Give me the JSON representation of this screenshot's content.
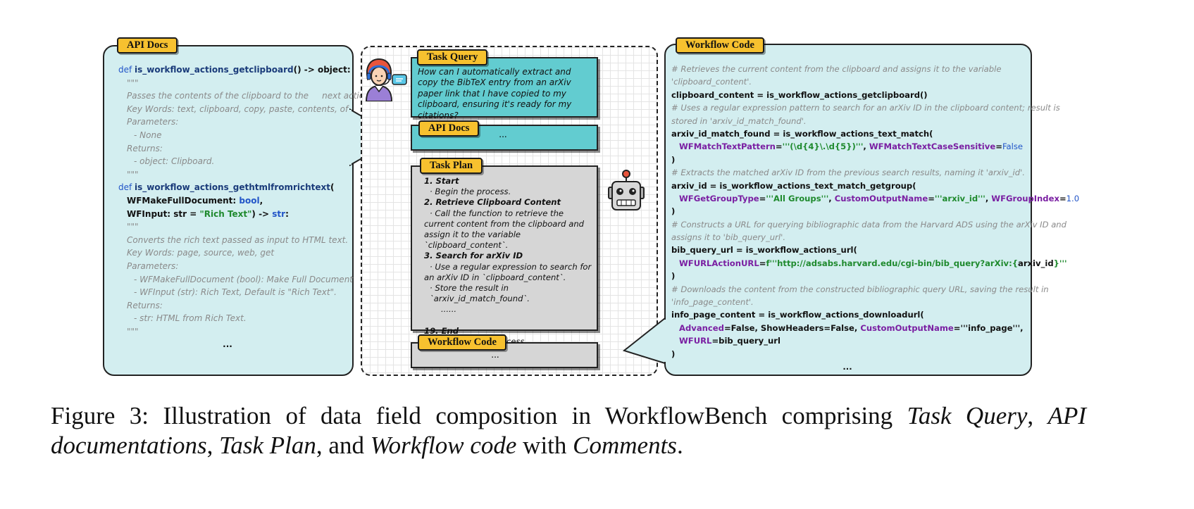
{
  "labels": {
    "api_docs": "API Docs",
    "task_query": "Task Query",
    "api_docs_mid": "API Docs",
    "task_plan": "Task Plan",
    "workflow_code_mid": "Workflow Code",
    "workflow_code": "Workflow Code"
  },
  "api_docs": {
    "fn1_def": "def ",
    "fn1_name": "is_workflow_actions_getclipboard",
    "fn1_sig": "() -> object:",
    "fn1_quote_open": "\"\"\"",
    "fn1_desc": "Passes the contents of the clipboard to the     next action.",
    "fn1_keywords": "Key Words: text, clipboard, copy, paste, contents, of",
    "fn1_params_label": "Parameters:",
    "fn1_params_none": "- None",
    "fn1_returns_label": "Returns:",
    "fn1_returns_value": "- object: Clipboard.",
    "fn1_quote_close": "\"\"\"",
    "fn2_def": "def ",
    "fn2_name": "is_workflow_actions_gethtmlfromrichtext",
    "fn2_paren": "(",
    "fn2_arg1_name": "WFMakeFullDocument: ",
    "fn2_arg1_type": "bool",
    "fn2_arg1_comma": ",",
    "fn2_arg2_name": "WFInput: str = ",
    "fn2_arg2_default": "\"Rich Text\"",
    "fn2_arg2_arrow": ") -> ",
    "fn2_arg2_ret": "str",
    "fn2_arg2_colon": ":",
    "fn2_quote_open": "\"\"\"",
    "fn2_desc": "Converts the rich text passed as input to HTML text.",
    "fn2_keywords": "Key Words: page, source, web, get",
    "fn2_params_label": "Parameters:",
    "fn2_param1": "- WFMakeFullDocument (bool): Make Full Document",
    "fn2_param2": "- WFInput (str): Rich Text, Default is \"Rich Text\".",
    "fn2_returns_label": "Returns:",
    "fn2_returns_value": "- str: HTML from Rich Text.",
    "fn2_quote_close": "\"\"\"",
    "ellipsis": "..."
  },
  "middle": {
    "task_query_text": "How can I automatically extract and copy the BibTeX entry from an arXiv paper link that I have copied to my clipboard, ensuring it's ready for my citations?",
    "api_docs_text": "...",
    "plan": {
      "s1_title": "1. Start",
      "s1_b1": "· Begin the process.",
      "s2_title": "2. Retrieve Clipboard Content",
      "s2_b1": "· Call the function to retrieve the current content from the clipboard and assign it to the variable `clipboard_content`.",
      "s3_title": "3. Search for arXiv ID",
      "s3_b1": "· Use a regular expression to search for an arXiv ID in `clipboard_content`.",
      "s3_b2": "· Store the result in `arxiv_id_match_found`.",
      "dots": "......",
      "s19_title": "19. End",
      "s19_b1": "· Complete the process."
    },
    "workflow_code_text": "..."
  },
  "workflow_code": {
    "c1": "# Retrieves the current content from the clipboard and assigns it to the variable",
    "c1b": "'clipboard_content'.",
    "l1": "clipboard_content = is_workflow_actions_getclipboard()",
    "c2": "# Uses a regular expression pattern to search for an arXiv ID in the clipboard content; result is",
    "c2b": "stored in 'arxiv_id_match_found'.",
    "l2": "arxiv_id_match_found = is_workflow_actions_text_match(",
    "l2a_k1": "WFMatchTextPattern",
    "l2a_eq1": "=",
    "l2a_v1": "'''(\\d{4}\\.\\d{5})'''",
    "l2a_sep": ", ",
    "l2a_k2": "WFMatchTextCaseSensitive",
    "l2a_eq2": "=",
    "l2a_v2": "False",
    "close1": ")",
    "c3": "# Extracts the matched arXiv ID from the previous search results, naming it 'arxiv_id'.",
    "l3": "arxiv_id = is_workflow_actions_text_match_getgroup(",
    "l3a_k1": "WFGetGroupType",
    "l3a_eq1": "=",
    "l3a_v1": "'''All Groups'''",
    "l3a_sep1": ", ",
    "l3a_k2": "CustomOutputName",
    "l3a_eq2": "=",
    "l3a_v2": "'''arxiv_id'''",
    "l3a_sep2": ", ",
    "l3a_k3": "WFGroupIndex",
    "l3a_eq3": "=",
    "l3a_v3": "1.0",
    "close2": ")",
    "c4": "# Constructs a URL for querying bibliographic data from the Harvard ADS using the arXiv ID and",
    "c4b": "assigns it to 'bib_query_url'.",
    "l4": "bib_query_url = is_workflow_actions_url(",
    "l4a_k1": "WFURLActionURL",
    "l4a_eq1": "=",
    "l4a_v1": "f'''http://adsabs.harvard.edu/cgi-bin/bib_query?arXiv:{",
    "l4a_v1b": "arxiv_id",
    "l4a_v1c": "}'''",
    "close3": ")",
    "c5": "# Downloads the content from the constructed bibliographic query URL, saving the result in",
    "c5b": "'info_page_content'.",
    "l5": "info_page_content = is_workflow_actions_downloadurl(",
    "l5a_k1": "Advanced",
    "l5a_rest": "=False, ShowHeaders=False, ",
    "l5a_k2": "CustomOutputName",
    "l5a_eq2": "=",
    "l5a_v2": "'''info_page'''",
    "l5a_end": ",",
    "l5b_k1": "WFURL",
    "l5b_rest": "=bib_query_url",
    "close4": ")",
    "ellipsis": "..."
  },
  "caption": {
    "prefix": "Figure 3:  Illustration of data field composition in WorkflowBench comprising ",
    "t1": "Task Query",
    "sep1": ", ",
    "t2": "API documentations",
    "sep2": ", ",
    "t3": "Task Plan",
    "sep3": ", and ",
    "t4": "Workflow code",
    "sep4": " with ",
    "t5": "Comments",
    "end": "."
  },
  "colors": {
    "panel_bg": "#d3eef0",
    "tag_bg": "#f7c12f",
    "task_box_bg": "#62ccd0",
    "plan_box_bg": "#d6d6d6",
    "grid": "#e2e2e2"
  },
  "icons": [
    "user-headset-icon",
    "chat-bubble-icon",
    "robot-icon"
  ]
}
